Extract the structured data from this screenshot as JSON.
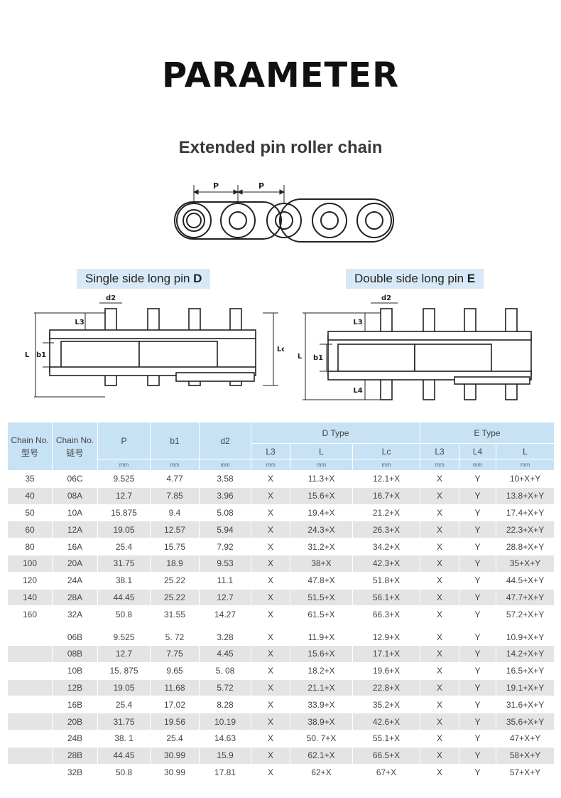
{
  "header": {
    "title": "PARAMETER",
    "subtitle": "Extended pin roller chain"
  },
  "diagram_top": {
    "pitch_label_1": "P",
    "pitch_label_2": "P"
  },
  "captions": {
    "single": {
      "text": "Single side long pin ",
      "code": "D"
    },
    "double": {
      "text": "Double side long pin ",
      "code": "E"
    }
  },
  "diagram_single": {
    "d2": "d2",
    "L3": "L3",
    "L": "L",
    "b1": "b1",
    "Lc": "Lc"
  },
  "diagram_double": {
    "d2": "d2",
    "L3": "L3",
    "L": "L",
    "b1": "b1",
    "L4": "L4"
  },
  "table": {
    "header": {
      "chain_no_1": "Chain No.",
      "chain_no_1_cn": "型号",
      "chain_no_2": "Chain No.",
      "chain_no_2_cn": "链号",
      "p": "P",
      "b1": "b1",
      "d2": "d2",
      "d_type": "D  Type",
      "e_type": "E  Type",
      "l3": "L3",
      "l": "L",
      "lc": "Lc",
      "e_l3": "L3",
      "e_l4": "L4",
      "e_l": "L",
      "unit": "mm"
    },
    "rows_a": [
      [
        "35",
        "06C",
        "9.525",
        "4.77",
        "3.58",
        "X",
        "11.3+X",
        "12.1+X",
        "X",
        "Y",
        "10+X+Y"
      ],
      [
        "40",
        "08A",
        "12.7",
        "7.85",
        "3.96",
        "X",
        "15.6+X",
        "16.7+X",
        "X",
        "Y",
        "13.8+X+Y"
      ],
      [
        "50",
        "10A",
        "15.875",
        "9.4",
        "5.08",
        "X",
        "19.4+X",
        "21.2+X",
        "X",
        "Y",
        "17.4+X+Y"
      ],
      [
        "60",
        "12A",
        "19.05",
        "12.57",
        "5.94",
        "X",
        "24.3+X",
        "26.3+X",
        "X",
        "Y",
        "22.3+X+Y"
      ],
      [
        "80",
        "16A",
        "25.4",
        "15.75",
        "7.92",
        "X",
        "31.2+X",
        "34.2+X",
        "X",
        "Y",
        "28.8+X+Y"
      ],
      [
        "100",
        "20A",
        "31.75",
        "18.9",
        "9.53",
        "X",
        "38+X",
        "42.3+X",
        "X",
        "Y",
        "35+X+Y"
      ],
      [
        "120",
        "24A",
        "38.1",
        "25.22",
        "11.1",
        "X",
        "47.8+X",
        "51.8+X",
        "X",
        "Y",
        "44.5+X+Y"
      ],
      [
        "140",
        "28A",
        "44.45",
        "25.22",
        "12.7",
        "X",
        "51.5+X",
        "56.1+X",
        "X",
        "Y",
        "47.7+X+Y"
      ],
      [
        "160",
        "32A",
        "50.8",
        "31.55",
        "14.27",
        "X",
        "61.5+X",
        "66.3+X",
        "X",
        "Y",
        "57.2+X+Y"
      ]
    ],
    "rows_b": [
      [
        "",
        "06B",
        "9.525",
        "5. 72",
        "3.28",
        "X",
        "11.9+X",
        "12.9+X",
        "X",
        "Y",
        "10.9+X+Y"
      ],
      [
        "",
        "08B",
        "12.7",
        "7.75",
        "4.45",
        "X",
        "15.6+X",
        "17.1+X",
        "X",
        "Y",
        "14.2+X+Y"
      ],
      [
        "",
        "10B",
        "15. 875",
        "9.65",
        "5. 08",
        "X",
        "18.2+X",
        "19.6+X",
        "X",
        "Y",
        "16.5+X+Y"
      ],
      [
        "",
        "12B",
        "19.05",
        "11.68",
        "5.72",
        "X",
        "21.1+X",
        "22.8+X",
        "X",
        "Y",
        "19.1+X+Y"
      ],
      [
        "",
        "16B",
        "25.4",
        "17.02",
        "8.28",
        "X",
        "33.9+X",
        "35.2+X",
        "X",
        "Y",
        "31.6+X+Y"
      ],
      [
        "",
        "20B",
        "31.75",
        "19.56",
        "10.19",
        "X",
        "38.9+X",
        "42.6+X",
        "X",
        "Y",
        "35.6+X+Y"
      ],
      [
        "",
        "24B",
        "38. 1",
        "25.4",
        "14.63",
        "X",
        "50. 7+X",
        "55.1+X",
        "X",
        "Y",
        "47+X+Y"
      ],
      [
        "",
        "28B",
        "44.45",
        "30.99",
        "15.9",
        "X",
        "62.1+X",
        "66.5+X",
        "X",
        "Y",
        "58+X+Y"
      ],
      [
        "",
        "32B",
        "50.8",
        "30.99",
        "17.81",
        "X",
        "62+X",
        "67+X",
        "X",
        "Y",
        "57+X+Y"
      ]
    ]
  }
}
